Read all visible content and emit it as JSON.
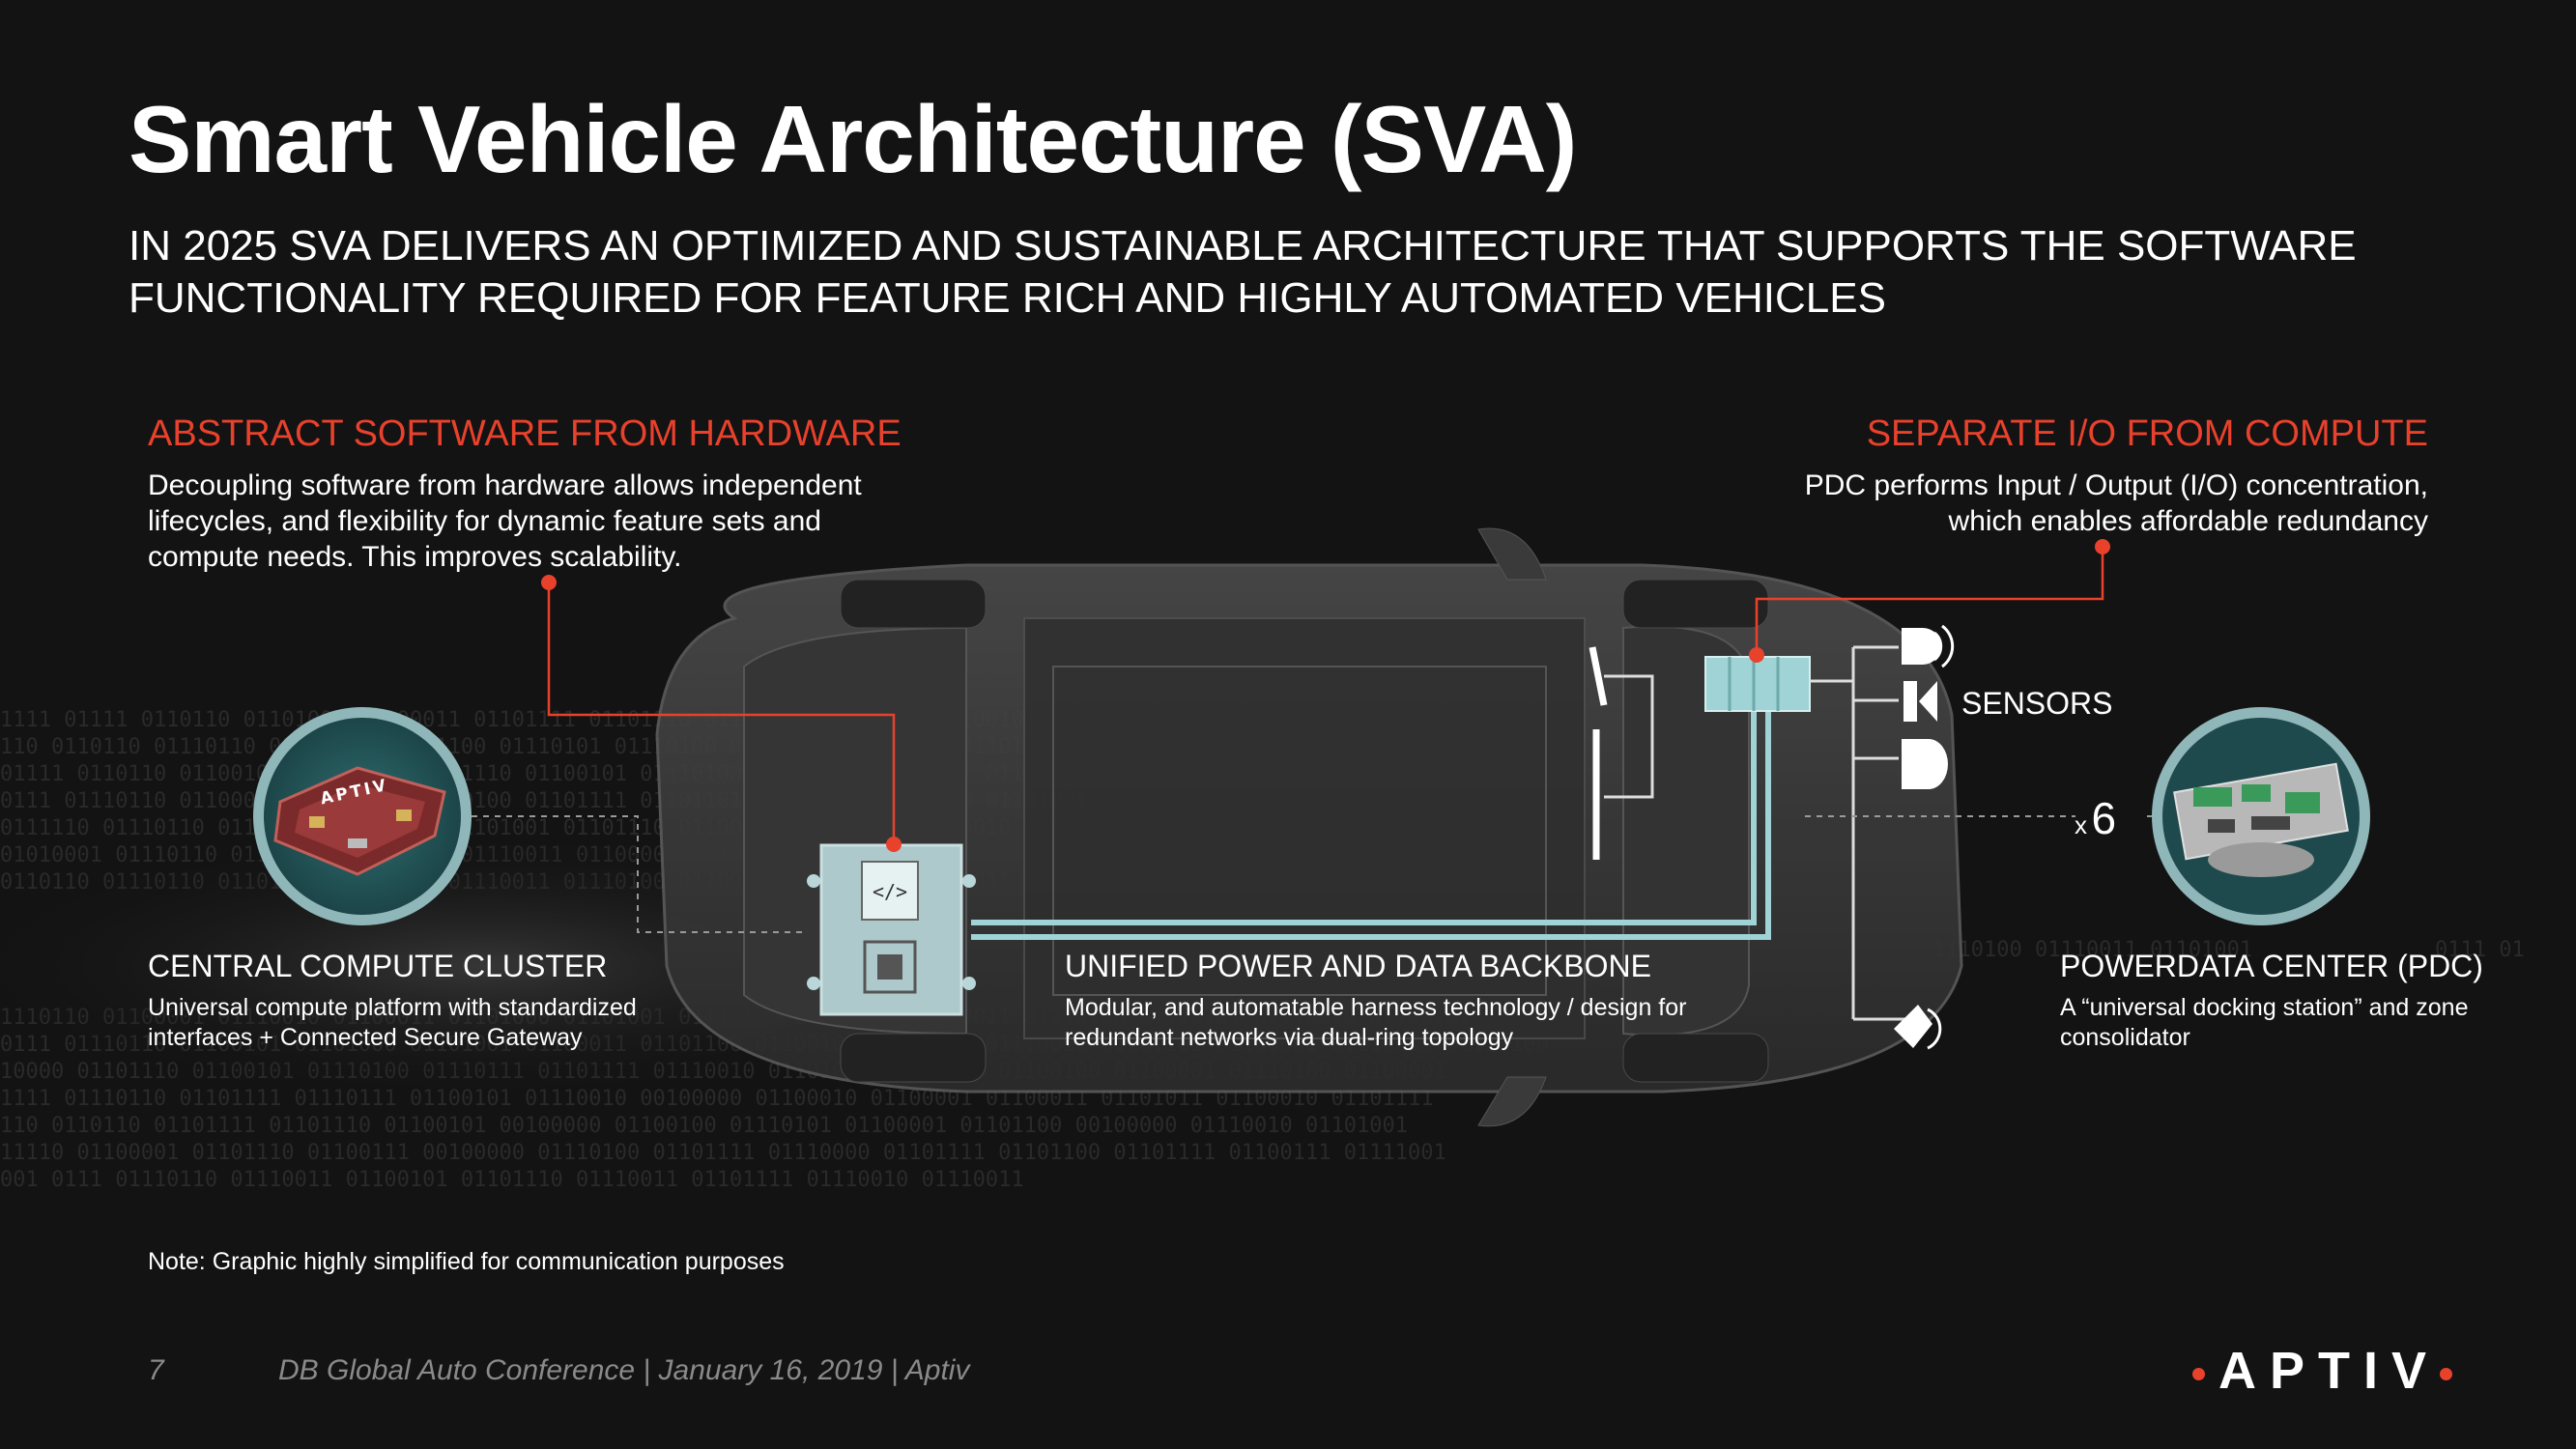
{
  "title": "Smart Vehicle Architecture (SVA)",
  "subtitle_line1": "IN 2025 SVA DELIVERS AN OPTIMIZED AND SUSTAINABLE ARCHITECTURE THAT SUPPORTS THE SOFTWARE",
  "subtitle_line2": "FUNCTIONALITY REQUIRED FOR FEATURE RICH AND HIGHLY AUTOMATED VEHICLES",
  "left_callout": {
    "heading": "ABSTRACT SOFTWARE FROM HARDWARE",
    "line1": "Decoupling software from hardware allows independent",
    "line2": "lifecycles, and flexibility for dynamic feature sets and",
    "line3": "compute needs.  This improves scalability."
  },
  "right_callout": {
    "heading": "SEPARATE I/O FROM COMPUTE",
    "line1": "PDC performs Input / Output (I/O) concentration,",
    "line2": "which enables affordable redundancy"
  },
  "central_compute": {
    "label": "CENTRAL COMPUTE CLUSTER",
    "line1": "Universal compute platform with standardized",
    "line2": "interfaces + Connected Secure Gateway",
    "board_logo": "APTIV"
  },
  "backbone": {
    "label": "UNIFIED POWER AND DATA BACKBONE",
    "line1": "Modular, and automatable harness technology / design for",
    "line2": "redundant networks via dual-ring topology"
  },
  "pdc": {
    "label": "POWERDATA CENTER (PDC)",
    "line1": "A “universal docking station” and zone",
    "line2": "consolidator",
    "multiplier_x": "x",
    "multiplier_n": "6"
  },
  "sensors_label": "SENSORS",
  "note": "Note: Graphic highly simplified for communication purposes",
  "footer": {
    "page": "7",
    "text": "DB Global Auto Conference | January 16, 2019 | Aptiv"
  },
  "logo": "APTIV",
  "colors": {
    "accent_red": "#e8412c",
    "teal": "#9fd3d6",
    "background": "#131313"
  },
  "icons": [
    "sensor-radar-icon",
    "sensor-camera-icon",
    "sensor-lidar-icon",
    "sensor-ultrasonic-icon",
    "chip-icon",
    "code-icon"
  ]
}
